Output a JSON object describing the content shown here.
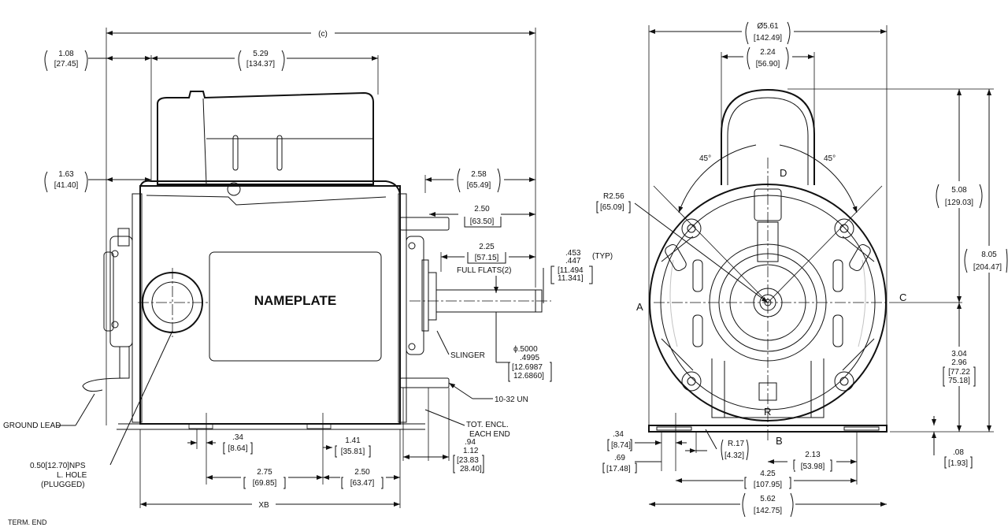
{
  "side_view": {
    "dim_c": "(c)",
    "dim_1_08": [
      "1.08",
      "[27.45]"
    ],
    "dim_5_29": [
      "5.29",
      "[134.37]"
    ],
    "dim_1_63": [
      "1.63",
      "[41.40]"
    ],
    "dim_2_58": [
      "2.58",
      "[65.49]"
    ],
    "dim_2_50_top": [
      "2.50",
      "[63.50]"
    ],
    "dim_2_25": [
      "2.25",
      "[57.15]"
    ],
    "full_flats": "FULL FLATS(2)",
    "dim_453": [
      ".453",
      ".447",
      "[11.494",
      "11.341]"
    ],
    "typ": "(TYP)",
    "nameplate": "NAMEPLATE",
    "slinger": "SLINGER",
    "shaft_dia": [
      "ϕ.5000",
      ".4995",
      "[12.6987",
      "12.6860]"
    ],
    "screw": "10-32 UN",
    "tot_encl": [
      "TOT. ENCL.",
      "EACH END"
    ],
    "dim_94": [
      ".94",
      "1.12",
      "[23.83",
      "28.40]"
    ],
    "ground_lead": "GROUND LEAD",
    "hole_note": [
      "0.50[12.70]NPS",
      "L. HOLE",
      "(PLUGGED)"
    ],
    "dim_34": [
      ".34",
      "[8.64]"
    ],
    "dim_1_41": [
      "1.41",
      "[35.81]"
    ],
    "dim_2_75": [
      "2.75",
      "[69.85]"
    ],
    "dim_2_50_bot": [
      "2.50",
      "[63.47]"
    ],
    "xb": "XB",
    "term_end": "TERM. END"
  },
  "end_view": {
    "dim_5_61": [
      "Ø5.61",
      "[142.49]"
    ],
    "dim_2_24": [
      "2.24",
      "[56.90]"
    ],
    "angle_left": "45°",
    "angle_right": "45°",
    "radius": [
      "R2.56",
      "[65.09]"
    ],
    "letter_a": "A",
    "letter_b": "B",
    "letter_c": "C",
    "letter_d": "D",
    "letter_r": "R",
    "dim_5_08": [
      "5.08",
      "[129.03]"
    ],
    "dim_8_05": [
      "8.05",
      "[204.47]"
    ],
    "dim_3_04": [
      "3.04",
      "2.96",
      "[77.22",
      "75.18]"
    ],
    "dim_08": [
      ".08",
      "[1.93]"
    ],
    "dim_34": [
      ".34",
      "[8.74]"
    ],
    "dim_69": [
      ".69",
      "[17.48]"
    ],
    "dim_r17": [
      "R.17",
      "[4.32]"
    ],
    "dim_2_13": [
      "2.13",
      "[53.98]"
    ],
    "dim_4_25": [
      "4.25",
      "[107.95]"
    ],
    "dim_5_62": [
      "5.62",
      "[142.75]"
    ]
  }
}
